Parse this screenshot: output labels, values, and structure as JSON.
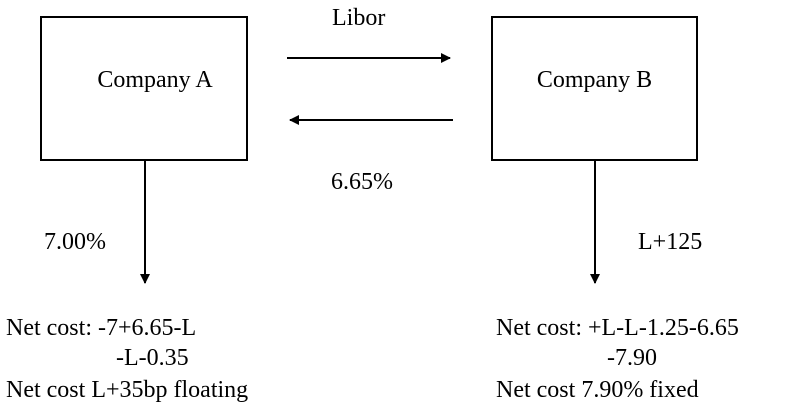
{
  "company_a": {
    "label": "Company A"
  },
  "company_b": {
    "label": "Company B"
  },
  "flows": {
    "a_to_b": "Libor",
    "b_to_a": "6.65%",
    "a_out": "7.00%",
    "b_out": "L+125"
  },
  "net_cost_a": {
    "line1": "Net cost: -7+6.65-L",
    "line2": "-L-0.35",
    "line3": "Net cost L+35bp floating"
  },
  "net_cost_b": {
    "line1": "Net cost: +L-L-1.25-6.65",
    "line2": "-7.90",
    "line3": "Net cost 7.90% fixed"
  }
}
